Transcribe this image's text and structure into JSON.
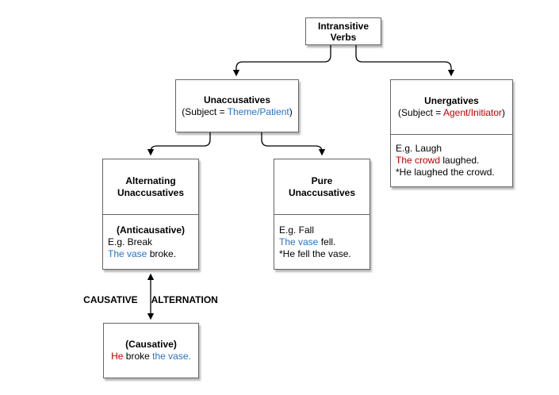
{
  "palette": {
    "blue": "#2A73BE",
    "red": "#C00000"
  },
  "nodes": {
    "root": {
      "line1": "Intransitive",
      "line2": "Verbs"
    },
    "unaccusatives": {
      "title": "Unaccusatives",
      "sub_prefix": "(Subject = ",
      "sub_value": "Theme/Patient",
      "sub_suffix": ")"
    },
    "unergatives": {
      "title": "Unergatives",
      "sub_prefix": "(Subject = ",
      "sub_value": "Agent/Initiator",
      "sub_suffix": ")",
      "example": "E.g. Laugh",
      "s1_subject": "The crowd",
      "s1_rest": " laughed.",
      "s2": "*He laughed the crowd."
    },
    "alternating": {
      "title_line1": "Alternating",
      "title_line2": "Unaccusatives",
      "label": "(Anticausative)",
      "example": "E.g. Break",
      "s1_subject": "The vase",
      "s1_rest": " broke."
    },
    "pure": {
      "title_line1": "Pure",
      "title_line2": "Unaccusatives",
      "example": "E.g. Fall",
      "s1_subject": "The vase",
      "s1_rest": " fell.",
      "s2": "*He fell the vase."
    },
    "causative": {
      "label": "(Causative)",
      "s_subject": "He",
      "s_mid": " broke ",
      "s_object": "the vase."
    }
  },
  "edge_label": {
    "word1": "CAUSATIVE",
    "word2": "ALTERNATION"
  }
}
